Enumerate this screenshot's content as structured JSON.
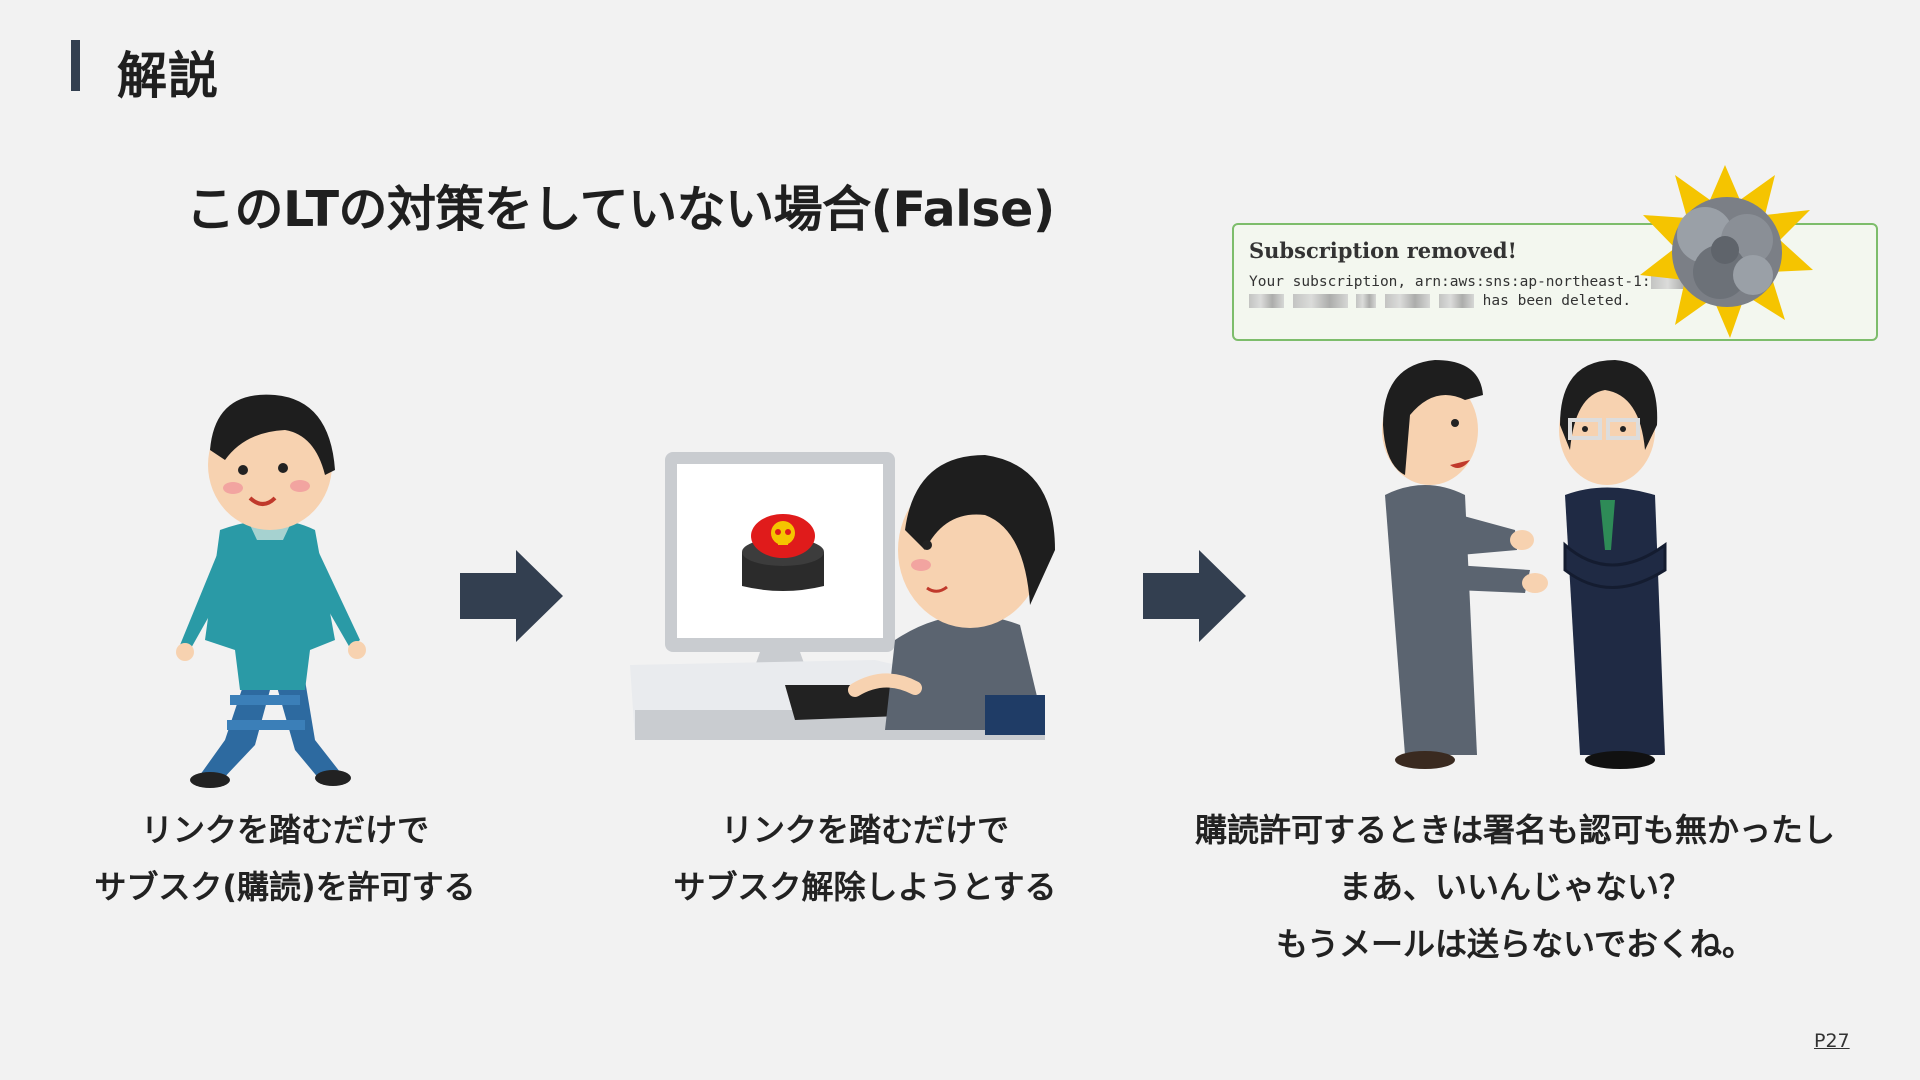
{
  "header": {
    "title": "解説"
  },
  "slide": {
    "subtitle": "このLTの対策をしていない場合(False)",
    "page_number": "P27"
  },
  "steps": [
    {
      "line1": "リンクを踏むだけで",
      "line2": "サブスク(購読)を許可する"
    },
    {
      "line1": "リンクを踏むだけで",
      "line2": "サブスク解除しようとする"
    },
    {
      "line1": "購読許可するときは署名も認可も無かったし",
      "line2": "まあ、いいんじゃない？",
      "line3": "もうメールは送らないでおくね。"
    }
  ],
  "notice": {
    "title": "Subscription removed!",
    "body_line1": "Your subscription, arn:aws:sns:ap-northeast-1:",
    "body_line2": "has been deleted."
  },
  "colors": {
    "background": "#f2f2f2",
    "accent_bar": "#333f50",
    "arrow": "#333f50",
    "notice_border": "#7dbd6b"
  },
  "icons": [
    "walking-man-icon",
    "arrow-right-icon",
    "computer-user-icon",
    "skull-button-icon",
    "two-businessmen-icon",
    "explosion-icon"
  ]
}
